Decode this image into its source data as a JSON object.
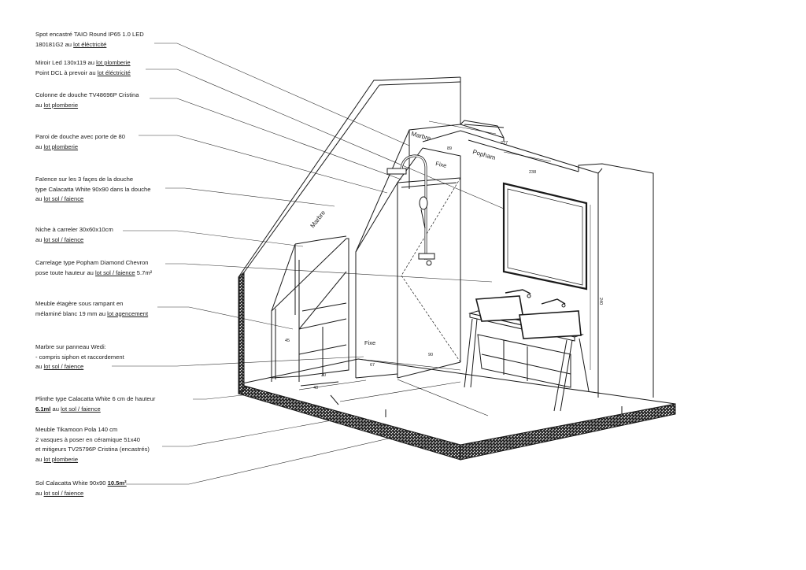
{
  "annotations": [
    {
      "id": "spot",
      "lines": [
        [
          "Spot encastré TAIO Round IP65 1.0 LED"
        ],
        [
          "180181G2 au ",
          {
            "u": "lot éléctricité"
          }
        ]
      ]
    },
    {
      "id": "miroir",
      "lines": [
        [
          "Miroir Led 130x119 au ",
          {
            "u": "lot plomberie"
          }
        ],
        [
          "Point DCL à prevoir au ",
          {
            "u": "lot éléctricité"
          }
        ]
      ]
    },
    {
      "id": "colonne",
      "lines": [
        [
          "Colonne de douche TV48696P Cristina"
        ],
        [
          "au ",
          {
            "u": "lot plomberie"
          }
        ]
      ]
    },
    {
      "id": "paroi",
      "lines": [
        [
          "Paroi de douche avec porte de 80"
        ],
        [
          "au ",
          {
            "u": "lot plomberie"
          }
        ]
      ]
    },
    {
      "id": "faience",
      "lines": [
        [
          "Faïence sur les 3 façes de la douche"
        ],
        [
          "type Calacatta White 90x90 dans la douche"
        ],
        [
          "au ",
          {
            "u": "lot sol / faience"
          }
        ]
      ]
    },
    {
      "id": "niche",
      "lines": [
        [
          "Niche à carreler 30x60x10cm"
        ],
        [
          "au ",
          {
            "u": "lot sol / faience"
          }
        ]
      ]
    },
    {
      "id": "carrelage",
      "lines": [
        [
          "Carrelage type Popham Diamond Chevron"
        ],
        [
          "pose toute hauteur au ",
          {
            "u": "lot sol / faience"
          },
          " 5.7m²"
        ]
      ]
    },
    {
      "id": "meuble-etagere",
      "lines": [
        [
          "Meuble étagère sous rampant en"
        ],
        [
          "mélaminé blanc 19 mm au ",
          {
            "u": "lot agencement"
          }
        ]
      ]
    },
    {
      "id": "marbre-wedi",
      "lines": [
        [
          "Marbre sur panneau Wedi:"
        ],
        [
          "- compris siphon et raccordement"
        ],
        [
          "au ",
          {
            "u": "lot sol / faience"
          }
        ]
      ]
    },
    {
      "id": "plinthe",
      "lines": [
        [
          "Plinthe type Calacatta White 6 cm de hauteur"
        ],
        [
          {
            "ub": "6.1ml"
          },
          " au ",
          {
            "u": "lot sol / faience"
          }
        ]
      ]
    },
    {
      "id": "meuble-tikamoon",
      "lines": [
        [
          "Meuble Tikamoon Pola 140 cm"
        ],
        [
          "2 vasques à poser en céramique 51x40"
        ],
        [
          "et mitigeurs TV25796P Cristina (encastrés)"
        ],
        [
          "au ",
          {
            "u": "lot plomberie"
          }
        ]
      ]
    },
    {
      "id": "sol",
      "lines": [
        [
          "Sol Calacatta White 90x90 ",
          {
            "ub": "10.5m²"
          }
        ],
        [
          "au ",
          {
            "u": "lot sol / faience"
          }
        ]
      ]
    }
  ],
  "drawing_labels": {
    "marbre_top": "Marbre",
    "marbre_side": "Marbre",
    "popham": "Popham",
    "fixe_top": "Fixe",
    "fixe_floor": "Fixe",
    "dim_89": "89",
    "dim_238": "238",
    "dim_227": "227",
    "dim_240": "240",
    "dim_45": "45",
    "dim_67": "67",
    "dim_90": "90",
    "dim_30": "30",
    "dim_40": "40"
  },
  "colors": {
    "line": "#1a1a1a",
    "hatch": "#cfcfcf",
    "slab": "#e6e6e6"
  }
}
